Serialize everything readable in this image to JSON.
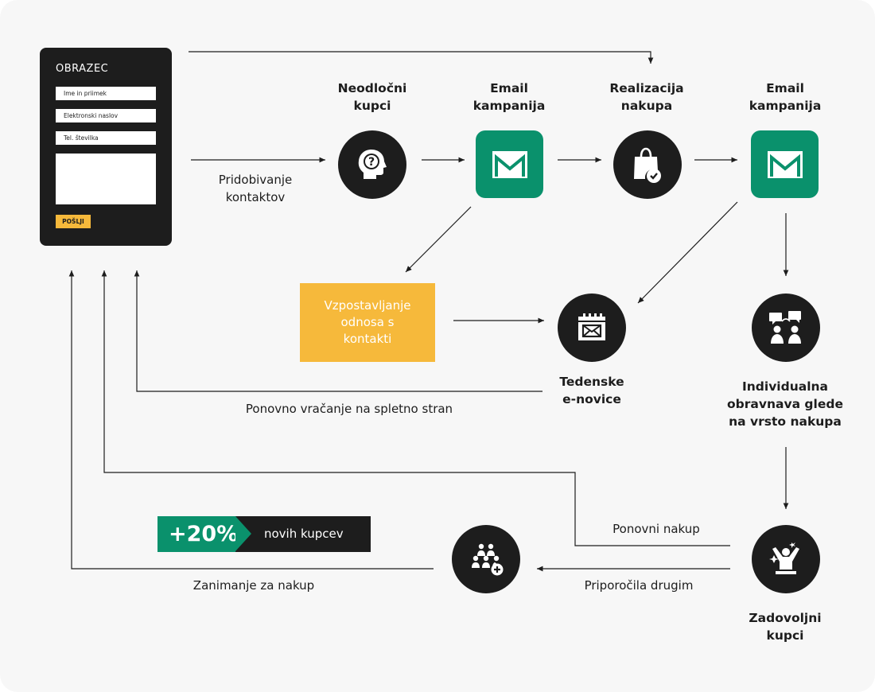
{
  "form": {
    "title": "OBRAZEC",
    "fields": [
      "Ime in priimek",
      "Elektronski naslov",
      "Tel. številka"
    ],
    "submit_label": "POŠLJI"
  },
  "nodes": {
    "neodlocni_kupci": "Neodločni\nkupci",
    "email_kampanija_1": "Email\nkampanija",
    "realizacija_nakupa": "Realizacija\nnakupa",
    "email_kampanija_2": "Email\nkampanija",
    "tedenske_enovice": "Tedenske\ne-novice",
    "individualna_obravnava": "Individualna\nobravnava glede\nna vrsto nakupa",
    "zadovoljni_kupci": "Zadovoljni\nkupci",
    "vzpostavljanje_odnosa": "Vzpostavljanje odnosa s kontakti"
  },
  "edges": {
    "pridobivanje_kontaktov": "Pridobivanje\nkontaktov",
    "ponovno_vracanje": "Ponovno vračanje na spletno stran",
    "ponovni_nakup": "Ponovni nakup",
    "priporocila_drugim": "Priporočila drugim",
    "zanimanje_za_nakup": "Zanimanje za nakup"
  },
  "stat": {
    "value": "+20%",
    "text": "novih kupcev"
  },
  "colors": {
    "dark": "#1d1d1d",
    "green": "#0a916c",
    "yellow": "#f6b93b",
    "background": "#f7f7f7"
  },
  "icons": {
    "neodlocni_kupci": "head-question-icon",
    "email_kampanija": "mail-icon",
    "realizacija_nakupa": "shopping-bag-check-icon",
    "tedenske_enovice": "calendar-mail-icon",
    "individualna_obravnava": "people-speech-icon",
    "zadovoljni_kupci": "celebrating-person-icon",
    "priporocila": "group-add-icon"
  }
}
